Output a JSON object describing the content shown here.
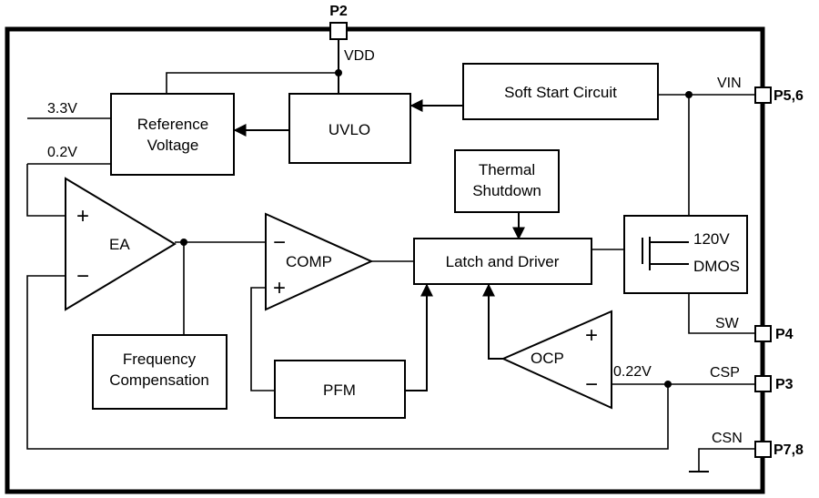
{
  "pins": {
    "p2": "P2",
    "p56": "P5,6",
    "p4": "P4",
    "p3": "P3",
    "p78": "P7,8"
  },
  "signals": {
    "vdd": "VDD",
    "vin": "VIN",
    "v33": "3.3V",
    "v02": "0.2V",
    "sw": "SW",
    "csp": "CSP",
    "csn": "CSN",
    "v022": "0.22V"
  },
  "blocks": {
    "reference_line1": "Reference",
    "reference_line2": "Voltage",
    "uvlo": "UVLO",
    "soft_start": "Soft Start Circuit",
    "thermal_line1": "Thermal",
    "thermal_line2": "Shutdown",
    "latch_driver": "Latch and Driver",
    "dmos_line1": "120V",
    "dmos_line2": "DMOS",
    "freq_line1": "Frequency",
    "freq_line2": "Compensation",
    "pfm": "PFM"
  },
  "amplifiers": {
    "ea": "EA",
    "comp": "COMP",
    "ocp": "OCP",
    "plus": "+",
    "minus": "−"
  }
}
